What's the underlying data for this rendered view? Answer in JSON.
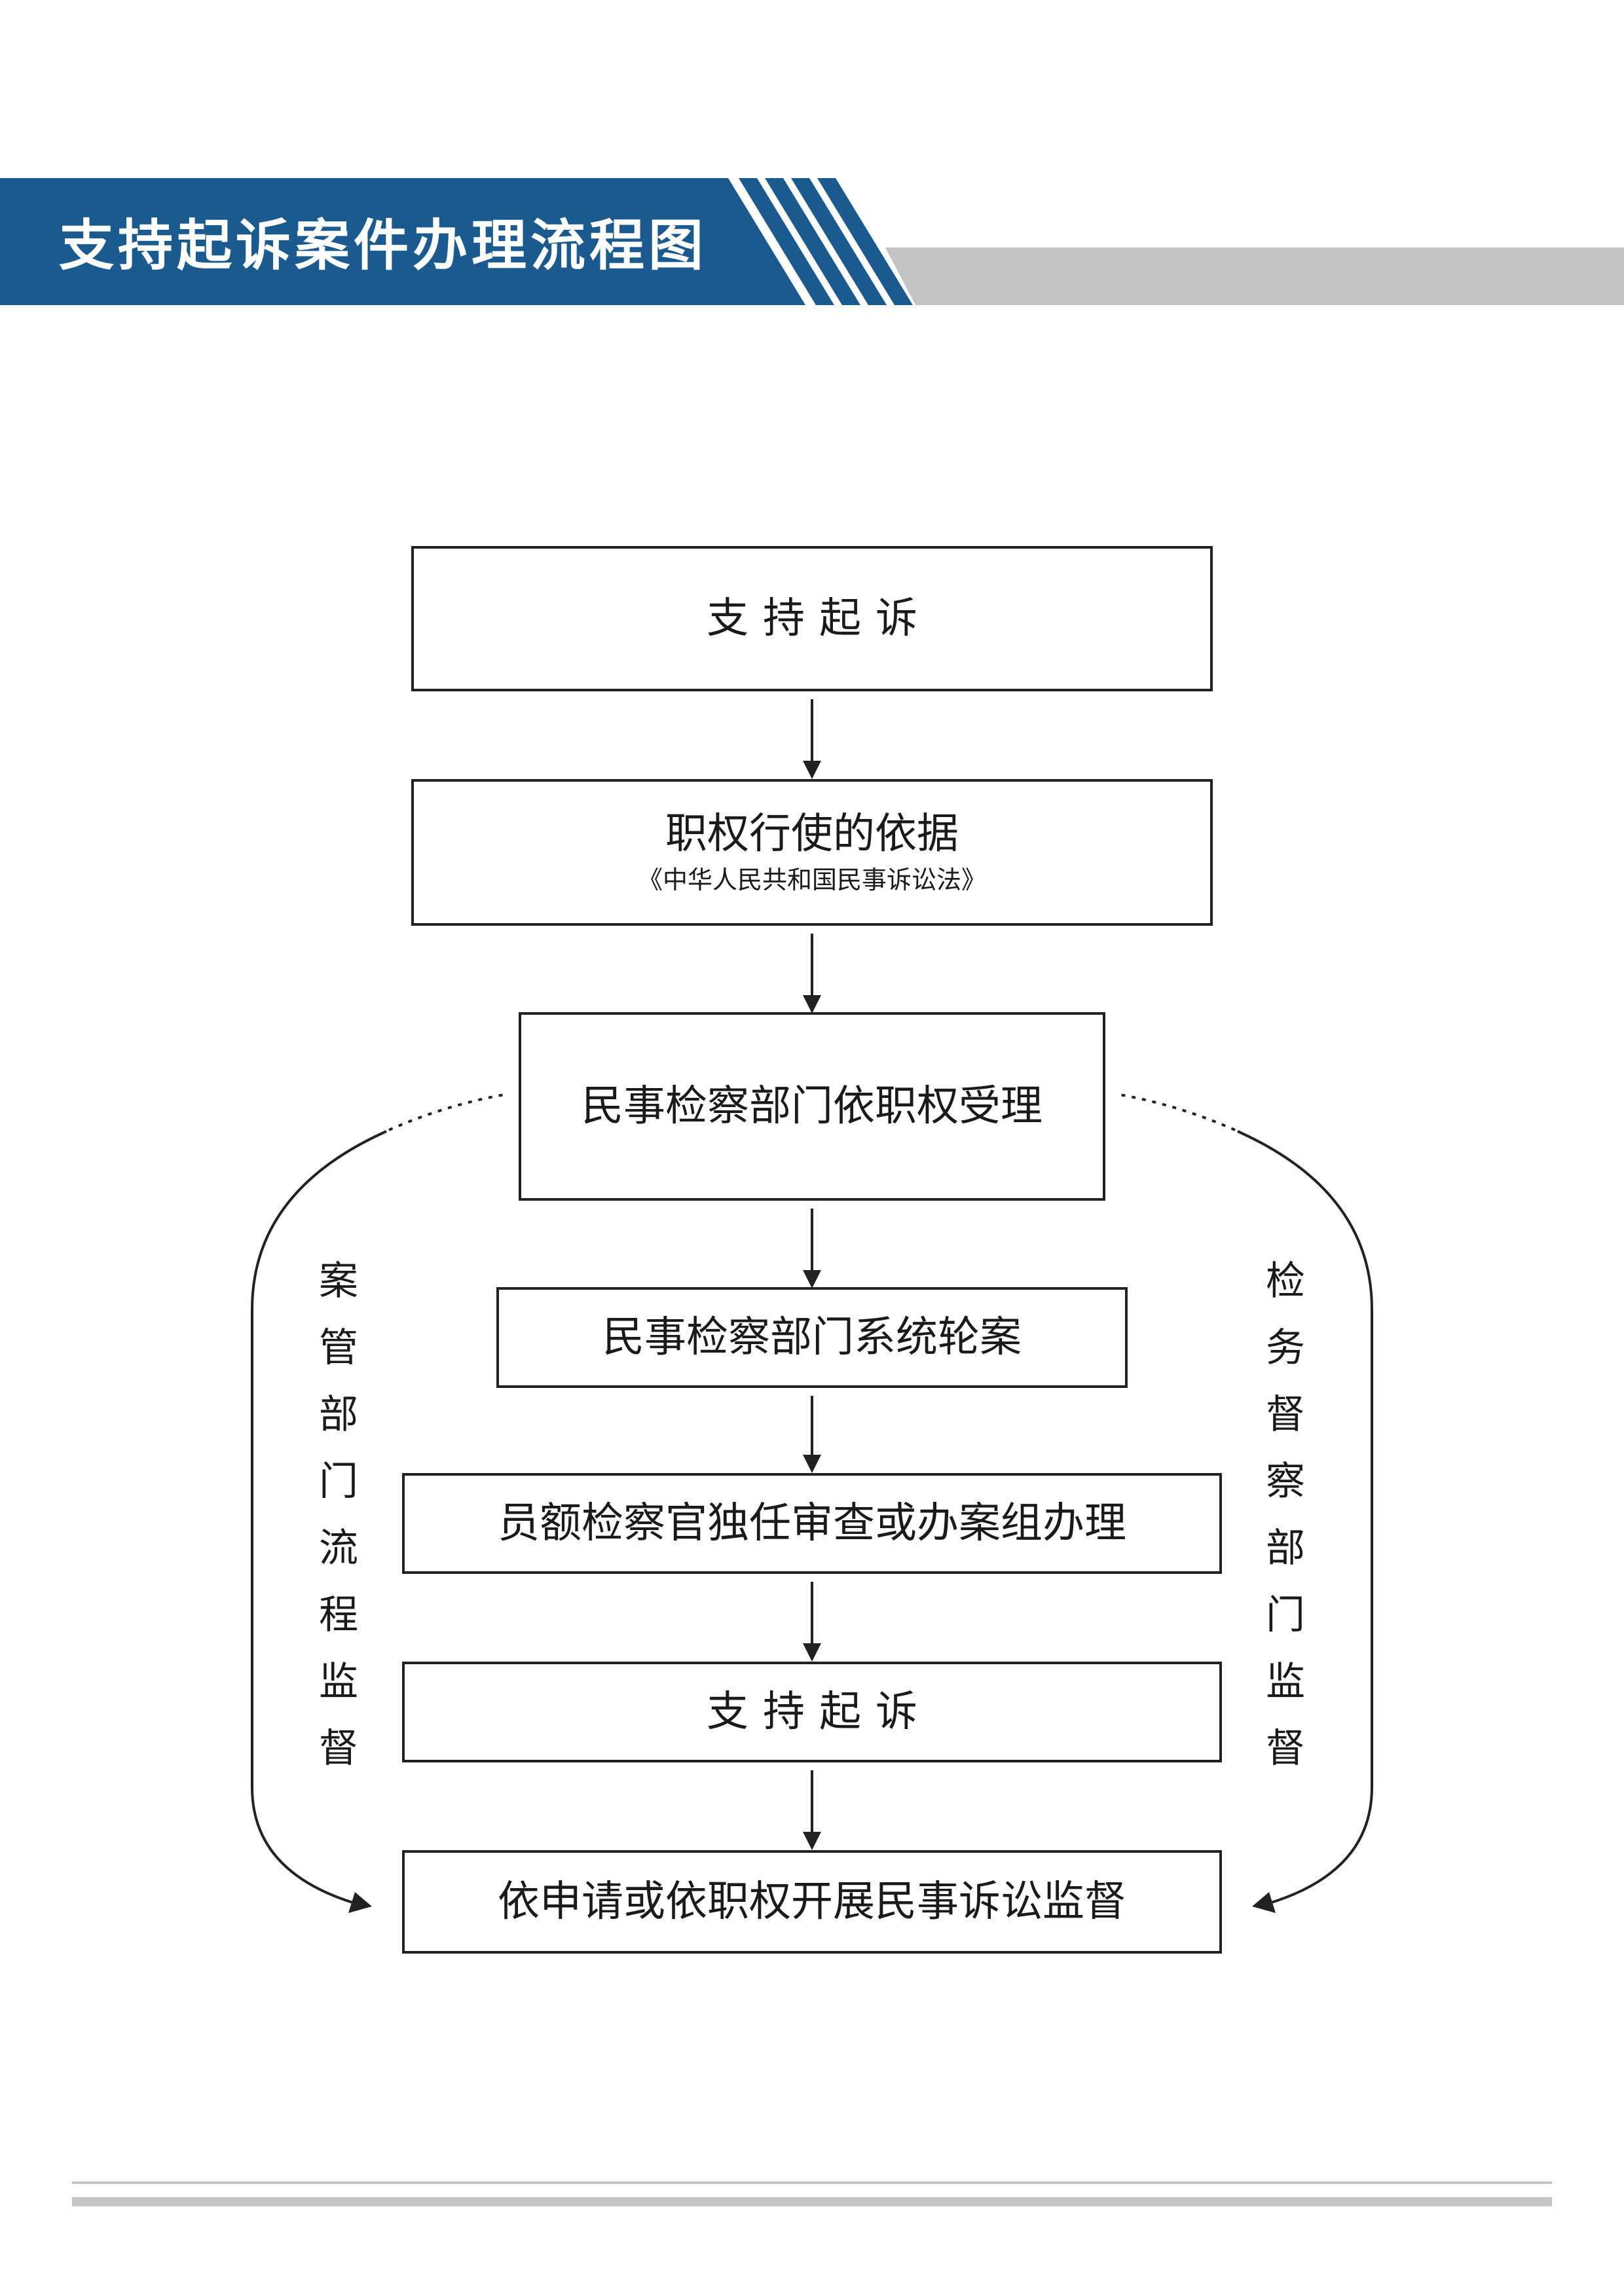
{
  "header": {
    "title": "支持起诉案件办理流程图",
    "band_color": "#1a5a8e",
    "gray_bar_color": "#c4c4c4"
  },
  "flowchart": {
    "nodes": [
      {
        "id": "n1",
        "label": "支持起诉"
      },
      {
        "id": "n2",
        "label": "职权行使的依据",
        "sublabel": "《中华人民共和国民事诉讼法》"
      },
      {
        "id": "n3",
        "label": "民事检察部门依职权受理"
      },
      {
        "id": "n4",
        "label": "民事检察部门系统轮案"
      },
      {
        "id": "n5",
        "label": "员额检察官独任审查或办案组办理"
      },
      {
        "id": "n6",
        "label": "支持起诉"
      },
      {
        "id": "n7",
        "label": "依申请或依职权开展民事诉讼监督"
      }
    ],
    "edges": [
      {
        "from": "n1",
        "to": "n2"
      },
      {
        "from": "n2",
        "to": "n3"
      },
      {
        "from": "n3",
        "to": "n4"
      },
      {
        "from": "n4",
        "to": "n5"
      },
      {
        "from": "n5",
        "to": "n6"
      },
      {
        "from": "n6",
        "to": "n7"
      }
    ],
    "left_supervision": "案管部门流程监督",
    "right_supervision": "检务督察部门监督"
  },
  "footer": {
    "line_color": "#c4c4c4"
  }
}
